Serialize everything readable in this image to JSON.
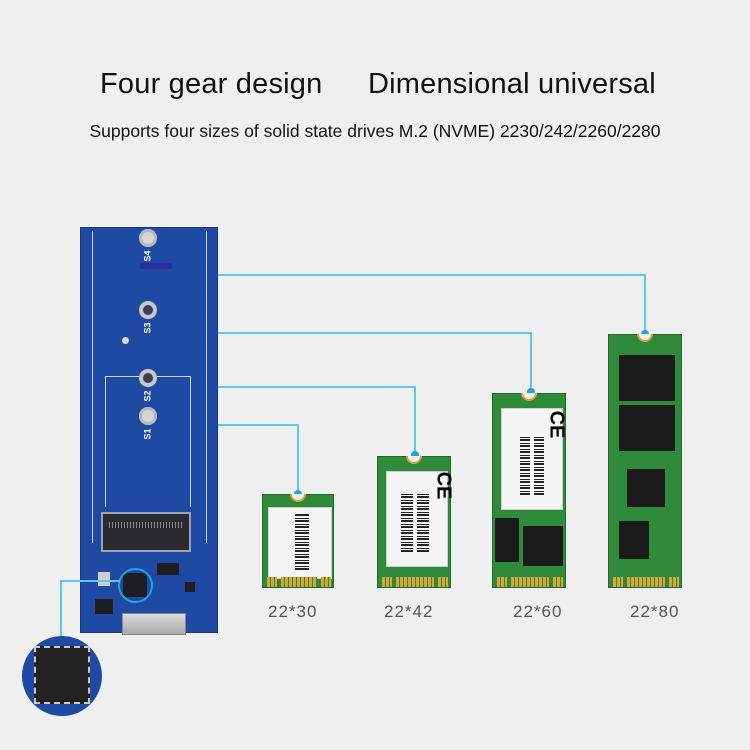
{
  "header": {
    "title_left": "Four gear design",
    "title_right": "Dimensional universal",
    "subtitle": "Supports four sizes of solid state drives M.2 (NVME) 2230/242/2260/2280"
  },
  "board": {
    "screw_positions": [
      {
        "label": "S4"
      },
      {
        "label": "S3"
      },
      {
        "label": "S2"
      },
      {
        "label": "S1"
      }
    ],
    "colors": {
      "pcb": "#1f4aa3",
      "connector_line": "#5cc8ef",
      "dot": "#1ea5e0"
    }
  },
  "drives": [
    {
      "size": "22*30",
      "screw": "S1"
    },
    {
      "size": "22*42",
      "screw": "S2"
    },
    {
      "size": "22*60",
      "screw": "S3"
    },
    {
      "size": "22*80",
      "screw": "S4"
    }
  ],
  "ce_mark": "CE"
}
